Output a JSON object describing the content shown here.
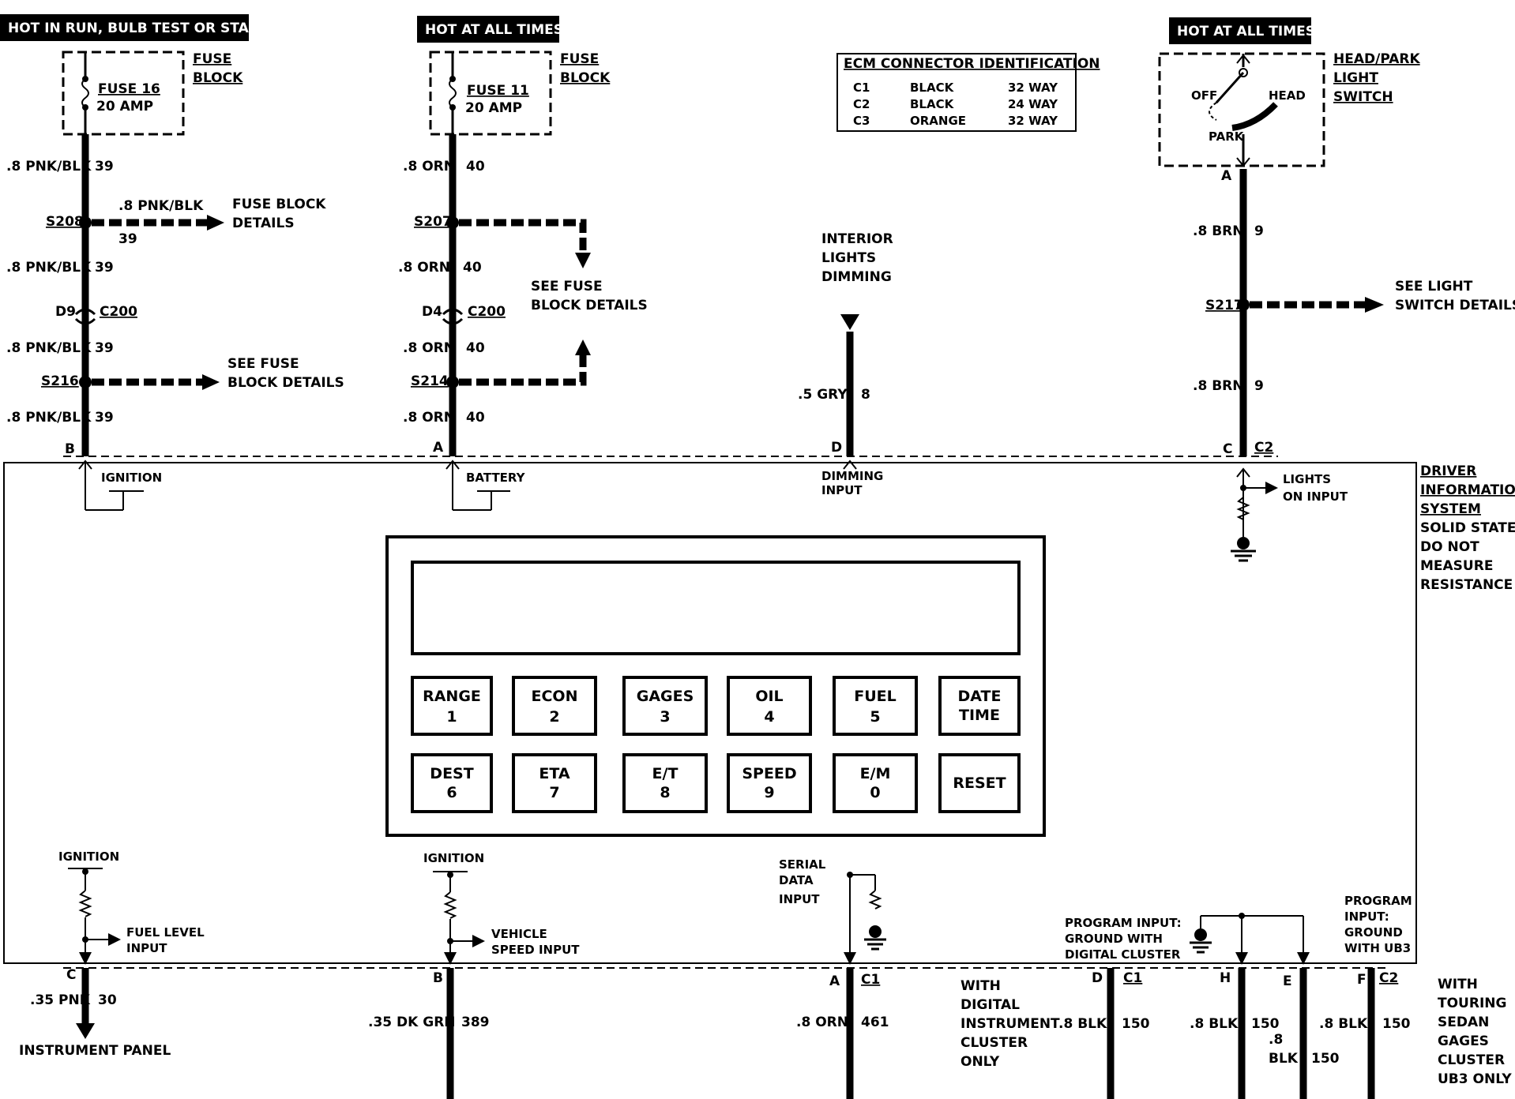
{
  "headers": {
    "col1": "HOT IN RUN, BULB TEST OR START",
    "col2": "HOT AT ALL TIMES",
    "col4": "HOT AT ALL TIMES"
  },
  "fuses": {
    "f16_name": "FUSE 16",
    "f16_amp": "20 AMP",
    "f11_name": "FUSE 11",
    "f11_amp": "20 AMP",
    "block_l1": "FUSE",
    "block_l2": "BLOCK"
  },
  "ecm": {
    "title": "ECM CONNECTOR IDENTIFICATION",
    "rows": [
      [
        "C1",
        "BLACK",
        "32 WAY"
      ],
      [
        "C2",
        "BLACK",
        "24 WAY"
      ],
      [
        "C3",
        "ORANGE",
        "32 WAY"
      ]
    ]
  },
  "switch": {
    "name_l1": "HEAD/PARK",
    "name_l2": "LIGHT",
    "name_l3": "SWITCH",
    "off": "OFF",
    "head": "HEAD",
    "park": "PARK"
  },
  "col1": {
    "wire1": ".8 PNK/BLK",
    "num1": "39",
    "s208": "S208",
    "branch_wire": ".8 PNK/BLK",
    "branch_num": "39",
    "fbd_l1": "FUSE BLOCK",
    "fbd_l2": "DETAILS",
    "wire2": ".8 PNK/BLK",
    "num2": "39",
    "d9": "D9",
    "c200": "C200",
    "wire3": ".8 PNK/BLK",
    "num3": "39",
    "s216": "S216",
    "sfb_l1": "SEE FUSE",
    "sfb_l2": "BLOCK DETAILS",
    "wire4": ".8 PNK/BLK",
    "num4": "39",
    "pin": "B",
    "input": "IGNITION"
  },
  "col2": {
    "wire1": ".8 ORN",
    "num1": "40",
    "s207": "S207",
    "wire2": ".8 ORN",
    "num2": "40",
    "d4": "D4",
    "c200": "C200",
    "sfb_l1": "SEE FUSE",
    "sfb_l2": "BLOCK DETAILS",
    "wire3": ".8 ORN",
    "num3": "40",
    "s214": "S214",
    "wire4": ".8 ORN",
    "num4": "40",
    "pin": "A",
    "input": "BATTERY"
  },
  "col3": {
    "lbl_l1": "INTERIOR",
    "lbl_l2": "LIGHTS",
    "lbl_l3": "DIMMING",
    "wire": ".5 GRY",
    "num": "8",
    "pin": "D",
    "in_l1": "DIMMING",
    "in_l2": "INPUT"
  },
  "col4": {
    "pin_a": "A",
    "wire1": ".8 BRN",
    "num1": "9",
    "s217": "S217",
    "slsd_l1": "SEE LIGHT",
    "slsd_l2": "SWITCH DETAILS",
    "wire2": ".8 BRN",
    "num2": "9",
    "pin": "C",
    "conn": "C2",
    "in_l1": "LIGHTS",
    "in_l2": "ON INPUT"
  },
  "dis": {
    "l1": "DRIVER",
    "l2": "INFORMATION",
    "l3": "SYSTEM",
    "l4": "SOLID STATE",
    "l5": "DO NOT",
    "l6": "MEASURE",
    "l7": "RESISTANCE"
  },
  "keypad": [
    [
      "RANGE",
      "1"
    ],
    [
      "ECON",
      "2"
    ],
    [
      "GAGES",
      "3"
    ],
    [
      "OIL",
      "4"
    ],
    [
      "FUEL",
      "5"
    ],
    [
      "DATE",
      "TIME"
    ],
    [
      "DEST",
      "6"
    ],
    [
      "ETA",
      "7"
    ],
    [
      "E/T",
      "8"
    ],
    [
      "SPEED",
      "9"
    ],
    [
      "E/M",
      "0"
    ],
    [
      "RESET",
      ""
    ]
  ],
  "bottom": {
    "ign1": "IGNITION",
    "fuel_l1": "FUEL LEVEL",
    "fuel_l2": "INPUT",
    "pinC": "C",
    "wire_c": ".35 PNK",
    "num_c": "30",
    "ip": "INSTRUMENT PANEL",
    "ign2": "IGNITION",
    "vs_l1": "VEHICLE",
    "vs_l2": "SPEED INPUT",
    "pinB": "B",
    "wire_b": ".35 DK GRN",
    "num_b": "389",
    "sd_l1": "SERIAL",
    "sd_l2": "DATA",
    "sd_l3": "INPUT",
    "pinA": "A",
    "connA": "C1",
    "wire_a": ".8 ORN",
    "num_a": "461",
    "wdc_l1": "WITH",
    "wdc_l2": "DIGITAL",
    "wdc_l3": "INSTRUMENT",
    "wdc_l4": "CLUSTER",
    "wdc_l5": "ONLY",
    "pi1_l1": "PROGRAM INPUT:",
    "pi1_l2": "GROUND WITH",
    "pi1_l3": "DIGITAL CLUSTER",
    "pinD": "D",
    "connD": "C1",
    "wire_d": ".8 BLK",
    "num_d": "150",
    "pinH": "H",
    "wire_h": ".8 BLK",
    "num_h": "150",
    "pinE": "E",
    "wire_e1": ".8",
    "wire_e2": "BLK",
    "num_e": "150",
    "pi2_l1": "PROGRAM",
    "pi2_l2": "INPUT:",
    "pi2_l3": "GROUND",
    "pi2_l4": "WITH UB3",
    "pinF": "F",
    "connF": "C2",
    "wire_f": ".8 BLK",
    "num_f": "150",
    "wt_l1": "WITH",
    "wt_l2": "TOURING",
    "wt_l3": "SEDAN",
    "wt_l4": "GAGES",
    "wt_l5": "CLUSTER",
    "wt_l6": "UB3 ONLY"
  }
}
